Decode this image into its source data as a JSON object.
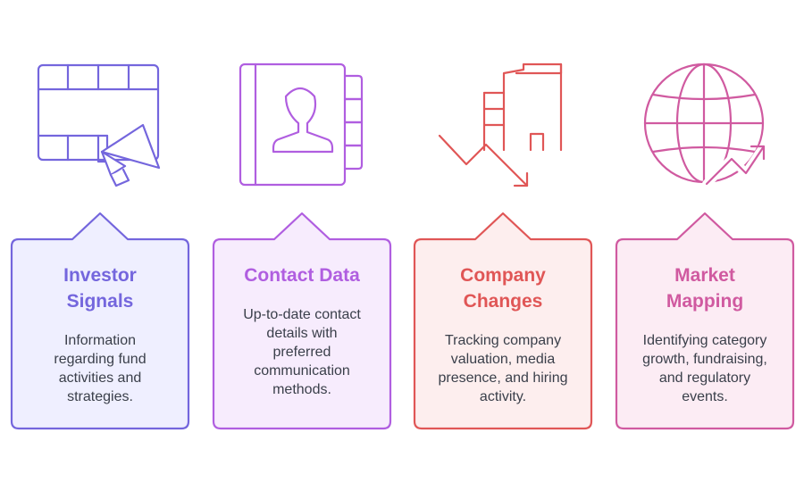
{
  "colors": {
    "investor": "#7466dd",
    "contact": "#b05ee0",
    "company": "#e05656",
    "market": "#d05aa0",
    "investor_fill": "#efefff",
    "contact_fill": "#f7ecfd",
    "company_fill": "#fdeeee",
    "market_fill": "#fcecf4"
  },
  "cards": [
    {
      "icon": "calendar-megaphone-icon",
      "title_lines": [
        "Investor",
        "Signals"
      ],
      "desc_lines": [
        "Information",
        "regarding fund",
        "activities and",
        "strategies."
      ]
    },
    {
      "icon": "contact-book-icon",
      "title_lines": [
        "Contact Data"
      ],
      "desc_lines": [
        "Up-to-date contact",
        "details with",
        "preferred",
        "communication",
        "methods."
      ]
    },
    {
      "icon": "building-trend-icon",
      "title_lines": [
        "Company",
        "Changes"
      ],
      "desc_lines": [
        "Tracking company",
        "valuation, media",
        "presence, and hiring",
        "activity."
      ]
    },
    {
      "icon": "globe-growth-icon",
      "title_lines": [
        "Market",
        "Mapping"
      ],
      "desc_lines": [
        "Identifying category",
        "growth, fundraising,",
        "and regulatory",
        "events."
      ]
    }
  ]
}
